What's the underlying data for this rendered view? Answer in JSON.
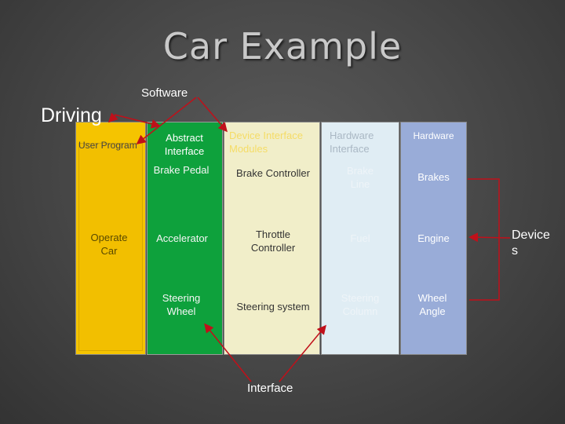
{
  "title": "Car Example",
  "labels": {
    "software": "Software",
    "driving": "Driving",
    "interface": "Interface",
    "devices": "Device s"
  },
  "columns": {
    "user": {
      "header": "User Program",
      "row3": "Operate Car"
    },
    "abstract": {
      "header": "Abstract Interface",
      "rows": [
        "Brake Pedal",
        "Accelerator",
        "Steering Wheel"
      ]
    },
    "device": {
      "header": "Device Interface Modules",
      "rows": [
        "Brake Controller",
        "Throttle Controller",
        "Steering system"
      ]
    },
    "hwif": {
      "header": "Hardware Interface",
      "rows": [
        "Brake Line",
        "Fuel",
        "Steering Column"
      ]
    },
    "hardware": {
      "header": "Hardware",
      "rows": [
        "Brakes",
        "Engine",
        "Wheel Angle"
      ]
    }
  },
  "colors": {
    "user": "#f5c400",
    "abstract": "#0ea13c",
    "device": "#f1eec9",
    "hwif": "#e0edf4",
    "hardware": "#99acd8",
    "arrow": "#c0101a"
  }
}
